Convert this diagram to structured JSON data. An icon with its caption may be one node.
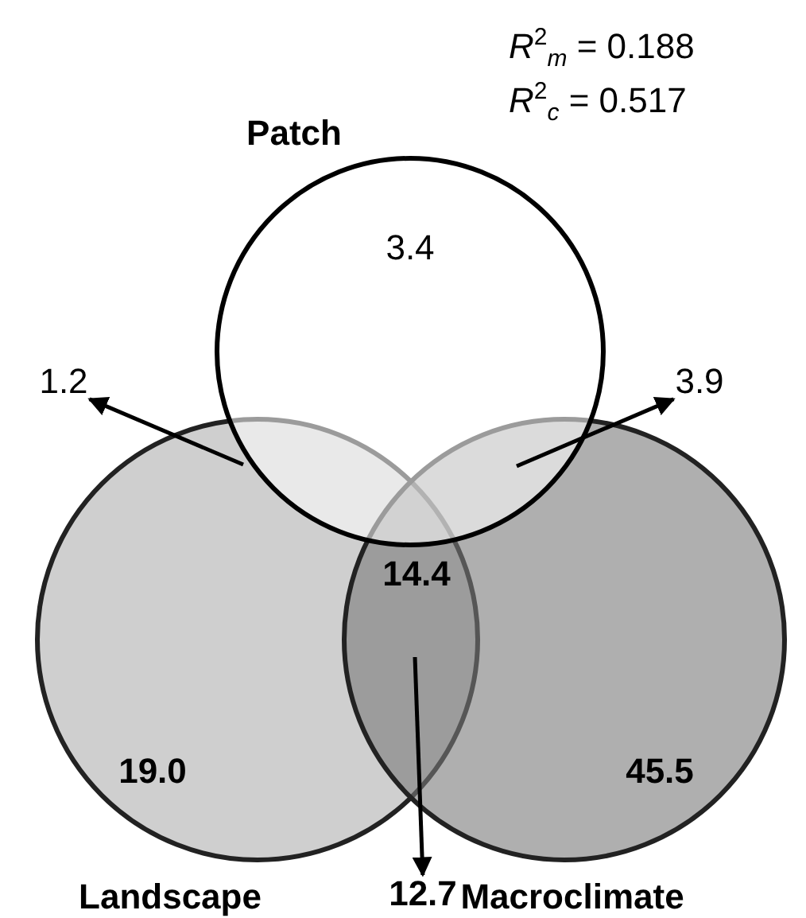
{
  "diagram": {
    "nodes": [
      {
        "text": [
          "Patch"
        ]
      },
      {
        "text": [
          "Landscape"
        ]
      },
      {
        "text": [
          "Macroclimate"
        ]
      },
      {
        "text": [
          "3.4"
        ],
        "in": 0
      },
      {
        "text": [
          "19.0"
        ],
        "in": 1
      },
      {
        "text": [
          "45.5"
        ],
        "in": 2
      },
      {
        "text": [
          "14.4"
        ]
      },
      {
        "text": [
          "1.2"
        ]
      },
      {
        "text": [
          "3.9"
        ]
      },
      {
        "text": [
          "12.7"
        ]
      }
    ],
    "edges": [
      {
        "from": 0,
        "to": 7,
        "arrow": "to"
      },
      {
        "from": 0,
        "to": 8,
        "arrow": "to"
      },
      {
        "from": null,
        "to": 9,
        "arrow": "to"
      }
    ],
    "labels": [
      "*R*$^{2}$$_{m}$ = 0.188",
      "*R*$^{2}$$_{c}$ = 0.517"
    ]
  }
}
